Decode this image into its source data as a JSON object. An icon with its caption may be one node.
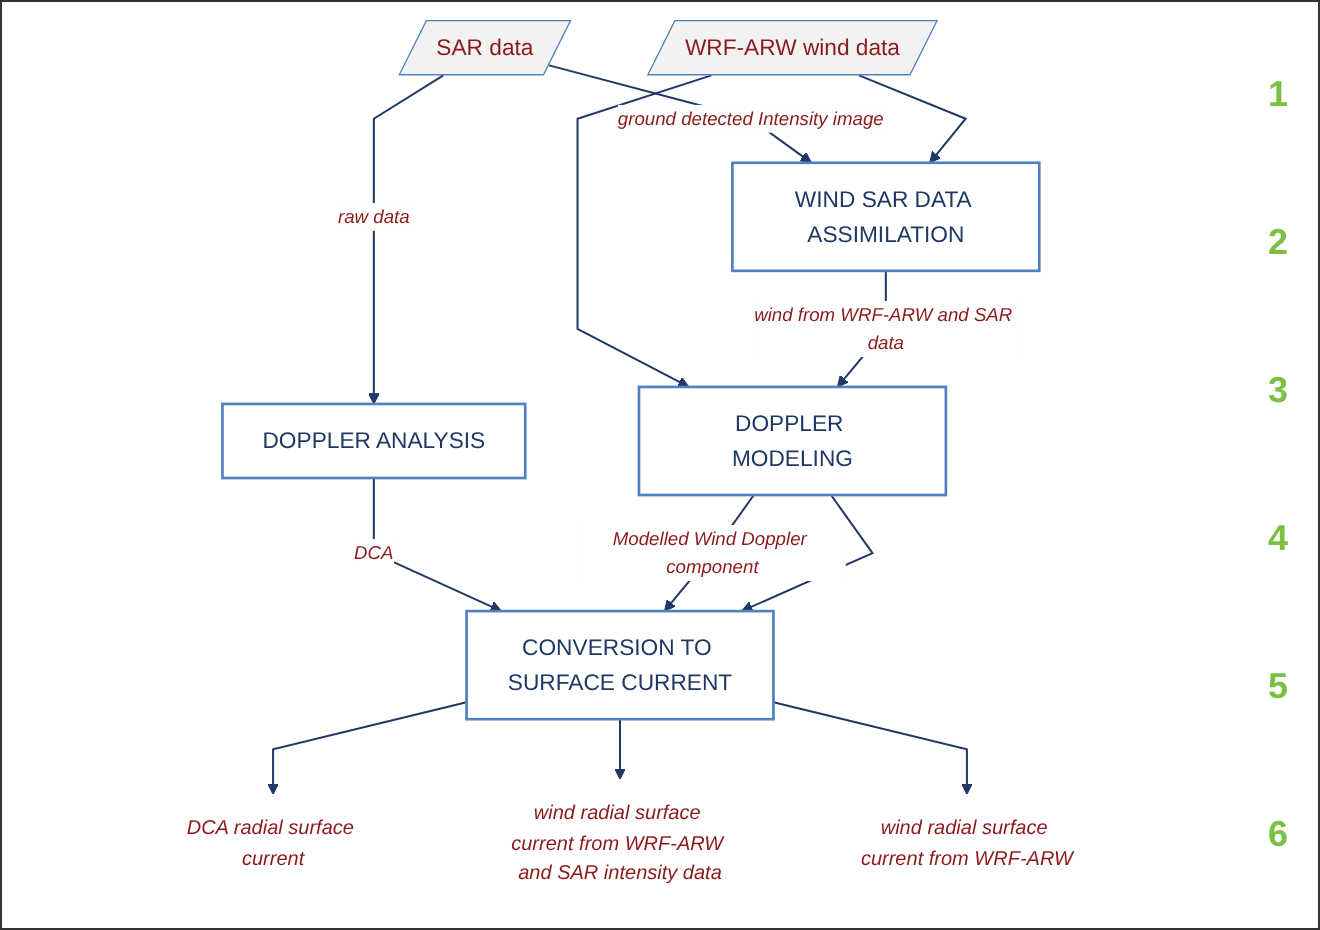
{
  "diagram": {
    "nodes": [
      {
        "text": [
          "SAR data"
        ]
      },
      {
        "text": [
          "WRF-ARW wind data"
        ]
      },
      {
        "text": [
          "DOPPLER ANALYSIS"
        ]
      },
      {
        "text": [
          "WIND SAR DATA ASSIMILATION"
        ]
      },
      {
        "text": [
          "DOPPLER MODELING"
        ]
      },
      {
        "text": [
          "CONVERSION TO SURFACE CURRENT"
        ]
      },
      {
        "text": [
          "DCA radial surface current"
        ]
      },
      {
        "text": [
          "wind radial surface current from WRF-ARW and SAR intensity data"
        ]
      },
      {
        "text": [
          "wind radial surface current from WRF-ARW"
        ]
      }
    ],
    "edges": [
      {
        "from": 0,
        "to": 3,
        "arrow": "to",
        "label": "ground detected Intensity image"
      },
      {
        "from": 1,
        "to": 3,
        "arrow": "to"
      },
      {
        "from": 0,
        "to": 2,
        "arrow": "to",
        "label": "raw data"
      },
      {
        "from": 1,
        "to": 4,
        "arrow": "to"
      },
      {
        "from": 2,
        "to": 5,
        "arrow": "to",
        "label": "DCA"
      },
      {
        "from": 3,
        "to": 4,
        "arrow": "to",
        "label": "wind from WRF-ARW and SAR data"
      },
      {
        "from": 4,
        "to": 5,
        "arrow": "to",
        "label": "Modelled Wind Doppler component"
      },
      {
        "from": 4,
        "to": 5,
        "arrow": "to"
      },
      {
        "from": 5,
        "to": 6,
        "arrow": "to"
      },
      {
        "from": 5,
        "to": 7,
        "arrow": "to"
      },
      {
        "from": 5,
        "to": 8,
        "arrow": "to"
      }
    ],
    "labels": [
      "1",
      "2",
      "3",
      "4",
      "5",
      "6"
    ]
  }
}
